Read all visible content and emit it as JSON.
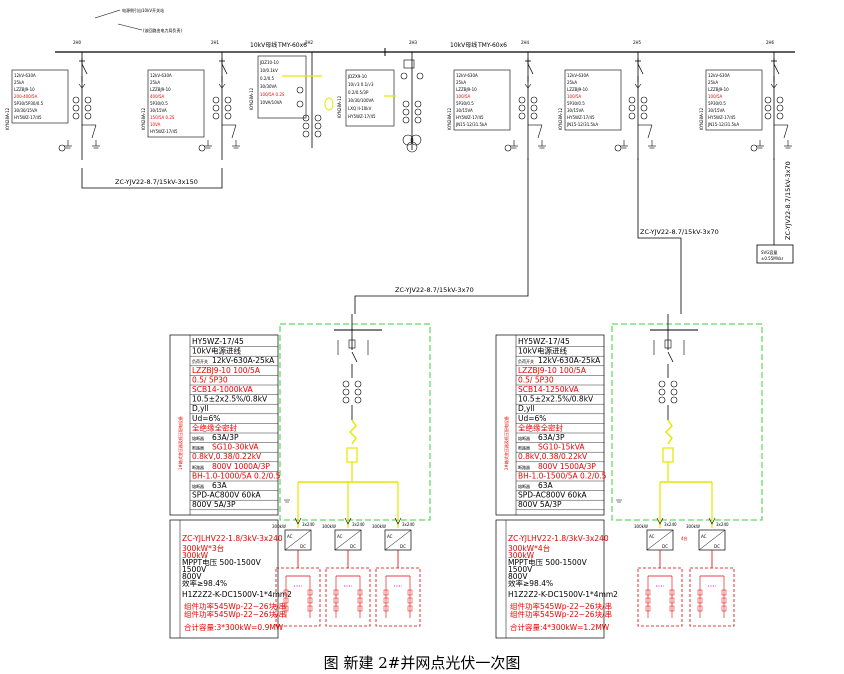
{
  "caption": "图 新建 2#并网点光伏一次图",
  "source_label": "电源侧引自10kV开关站",
  "source_sublabel": "(该回路由电力局负责)",
  "busbar_labels": {
    "seg1_voltage": "10kV母线",
    "seg1_rating": "TMY-60x6",
    "seg2_voltage": "10kV母线",
    "seg2_rating": "TMY-60x6"
  },
  "bays": [
    "2H0",
    "2H1",
    "2H2",
    "2H3",
    "2H4",
    "2H5",
    "2H6"
  ],
  "cabinet_type": "KYN28A-12",
  "bay_H0": {
    "rows": [
      "12kV-630A",
      "25kA",
      "LZZBJ9-10",
      "200-400/5A",
      "5P30/5P30/0.5",
      "30/30/15VA",
      "HY5WZ-17/45"
    ],
    "red_rows": [
      3
    ]
  },
  "bay_H1": {
    "rows": [
      "12kV-630A",
      "25kA",
      "LZZBJ9-10",
      "400/5A",
      "5P30/0.5",
      "30/15VA",
      "150/5A 0.2S",
      "10VA",
      "HY5WZ-17/45"
    ],
    "red_rows": [
      3,
      6,
      7
    ]
  },
  "bay_H2": {
    "rows": [
      "JDZ10-10",
      "10/0.1kV",
      "0.2/0.5",
      "30/30VA",
      "100/5A 0.2S",
      "10VA/10VA"
    ],
    "red_rows": [
      4
    ]
  },
  "bay_H3": {
    "rows": [
      "JDZX9-10",
      "10/√3 0.1/√3",
      "0.2/0.5/3P",
      "30/30/100VA",
      "LXQ II-10kV",
      "HY5WZ-17/45"
    ],
    "red_rows": []
  },
  "bay_H4": {
    "rows": [
      "12kV-630A",
      "25kA",
      "LZZBJ9-10",
      "100/5A",
      "5P30/0.5",
      "30/15VA",
      "HY5WZ-17/45",
      "JN15-12/31.5kA"
    ],
    "red_rows": [
      3
    ]
  },
  "bay_H5": {
    "rows": [
      "12kV-630A",
      "25kA",
      "LZZBJ9-10",
      "100/5A",
      "5P30/0.5",
      "30/15VA",
      "HY5WZ-17/45",
      "JN15-12/31.5kA"
    ],
    "red_rows": [
      3
    ]
  },
  "bay_H6": {
    "rows": [
      "12kV-630A",
      "25kA",
      "LZZBJ9-10",
      "100/5A",
      "5P30/0.5",
      "30/15VA",
      "HY5WZ-17/45",
      "JN15-12/31.5kA"
    ],
    "red_rows": [
      3
    ]
  },
  "cables": {
    "h0_h1": "ZC-YJV22-8.7/15kV-3x150",
    "h4_left_box": "ZC-YJV22-8.7/15kV-3x70",
    "h5_right_box": "ZC-YJV22-8.7/15kV-3x70",
    "h6_svg": "ZC-YJV22-8.7/15kV-3x70"
  },
  "svg_box": {
    "line1": "SVG容量",
    "line2": "±0.55MVar"
  },
  "left_station": {
    "rows": [
      {
        "small": "",
        "value": "HY5WZ-17/45",
        "red": false
      },
      {
        "small": "",
        "value": "10kV电源进线",
        "red": false
      },
      {
        "small": "负荷开关",
        "value": "12kV-630A-25kA",
        "red": false
      },
      {
        "small": "",
        "value": "LZZBJ9-10 100/5A",
        "red": true
      },
      {
        "small": "",
        "value": "0.5/ 5P30",
        "red": true
      },
      {
        "small": "",
        "value": "SCB14-1000kVA",
        "red": true
      },
      {
        "small": "",
        "value": "10.5±2x2.5%/0.8kV",
        "red": false
      },
      {
        "small": "",
        "value": "D,yll",
        "red": false
      },
      {
        "small": "",
        "value": "Ud=6%",
        "red": false
      },
      {
        "small": "",
        "value": "全绝缘全密封",
        "red": true
      },
      {
        "small": "熔断器",
        "value": "63A/3P",
        "red": false
      },
      {
        "small": "断路器",
        "value": "SG10-30kVA",
        "red": true
      },
      {
        "small": "",
        "value": "0.8kV,0.38/0.22kV",
        "red": true
      },
      {
        "small": "断路器",
        "value": "800V 1000A/3P",
        "red": true
      },
      {
        "small": "",
        "value": "BH-1.0-1000/5A 0.2/0.5",
        "red": true
      },
      {
        "small": "熔断器",
        "value": "63A",
        "red": false
      },
      {
        "small": "",
        "value": "SPD-AC800V 60kA",
        "red": false
      },
      {
        "small": "",
        "value": "800V 5A/3P",
        "red": false
      }
    ],
    "side_label": "1#箱式变压器及低压配电设备",
    "cable_label": "ZC-YJLHV22-1.8/3kV-3x240",
    "inv_rows": [
      {
        "small": "",
        "value": "300kW*3台",
        "red": true
      },
      {
        "small": "",
        "value": "300kW",
        "red": true
      },
      {
        "small": "",
        "value": "MPPT电压 500-1500V",
        "red": false
      },
      {
        "small": "",
        "value": "1500V",
        "red": false
      },
      {
        "small": "",
        "value": "800V",
        "red": false
      },
      {
        "small": "",
        "value": "效率≥98.4%",
        "red": false
      }
    ],
    "dc_cable": "H1Z2Z2-K-DC1500V-1*4mm2",
    "pv_rows": [
      "组件功率545Wp-22~26块/串",
      "组件功率545Wp-22~26块/串"
    ],
    "total": "合计容量:3*300kW=0.9MW",
    "inverter_labels": [
      "3x240",
      "3x240",
      "3x240"
    ],
    "inverter_ac": "AC",
    "inverter_dc": "DC",
    "inverter_kw": "300kW"
  },
  "right_station": {
    "rows": [
      {
        "small": "",
        "value": "HY5WZ-17/45",
        "red": false
      },
      {
        "small": "",
        "value": "10kV电源进线",
        "red": false
      },
      {
        "small": "负荷开关",
        "value": "12kV-630A-25kA",
        "red": false
      },
      {
        "small": "",
        "value": "LZZBJ9-10 100/5A",
        "red": true
      },
      {
        "small": "",
        "value": "0.5/ 5P30",
        "red": true
      },
      {
        "small": "",
        "value": "SCB14-1250kVA",
        "red": true
      },
      {
        "small": "",
        "value": "10.5±2x2.5%/0.8kV",
        "red": false
      },
      {
        "small": "",
        "value": "D,yll",
        "red": false
      },
      {
        "small": "",
        "value": "Ud=6%",
        "red": false
      },
      {
        "small": "",
        "value": "全绝缘全密封",
        "red": true
      },
      {
        "small": "熔断器",
        "value": "63A/3P",
        "red": false
      },
      {
        "small": "断路器",
        "value": "SG10-15kVA",
        "red": true
      },
      {
        "small": "",
        "value": "0.8kV,0.38/0.22kV",
        "red": true
      },
      {
        "small": "断路器",
        "value": "800V 1500A/3P",
        "red": true
      },
      {
        "small": "",
        "value": "BH-1.0-1500/5A 0.2/0.5",
        "red": true
      },
      {
        "small": "熔断器",
        "value": "63A",
        "red": false
      },
      {
        "small": "",
        "value": "SPD-AC800V 60kA",
        "red": false
      },
      {
        "small": "",
        "value": "800V 5A/3P",
        "red": false
      }
    ],
    "side_label": "2#箱式变压器及低压配电设备",
    "cable_label": "ZC-YJLHV22-1.8/3kV-3x240",
    "inv_rows": [
      {
        "small": "",
        "value": "300kW*4台",
        "red": true
      },
      {
        "small": "",
        "value": "300kW",
        "red": true
      },
      {
        "small": "",
        "value": "MPPT电压 500-1500V",
        "red": false
      },
      {
        "small": "",
        "value": "1500V",
        "red": false
      },
      {
        "small": "",
        "value": "800V",
        "red": false
      },
      {
        "small": "",
        "value": "效率≥98.4%",
        "red": false
      }
    ],
    "dc_cable": "H1Z2Z2-K-DC1500V-1*4mm2",
    "pv_rows": [
      "组件功率545Wp-22~26块/串",
      "组件功率545Wp-22~26块/串"
    ],
    "total": "合计容量:4*300kW=1.2MW",
    "inverter_labels": [
      "3x240",
      "3x240"
    ],
    "inverter_ac": "AC",
    "inverter_dc": "DC",
    "inverter_kw": "300kW",
    "ellipsis": "4台"
  },
  "colors": {
    "line": "#000000",
    "red": "#e00000",
    "yellow": "#e6e600",
    "green": "#3ad13a",
    "magenta": "#ff33ff"
  }
}
